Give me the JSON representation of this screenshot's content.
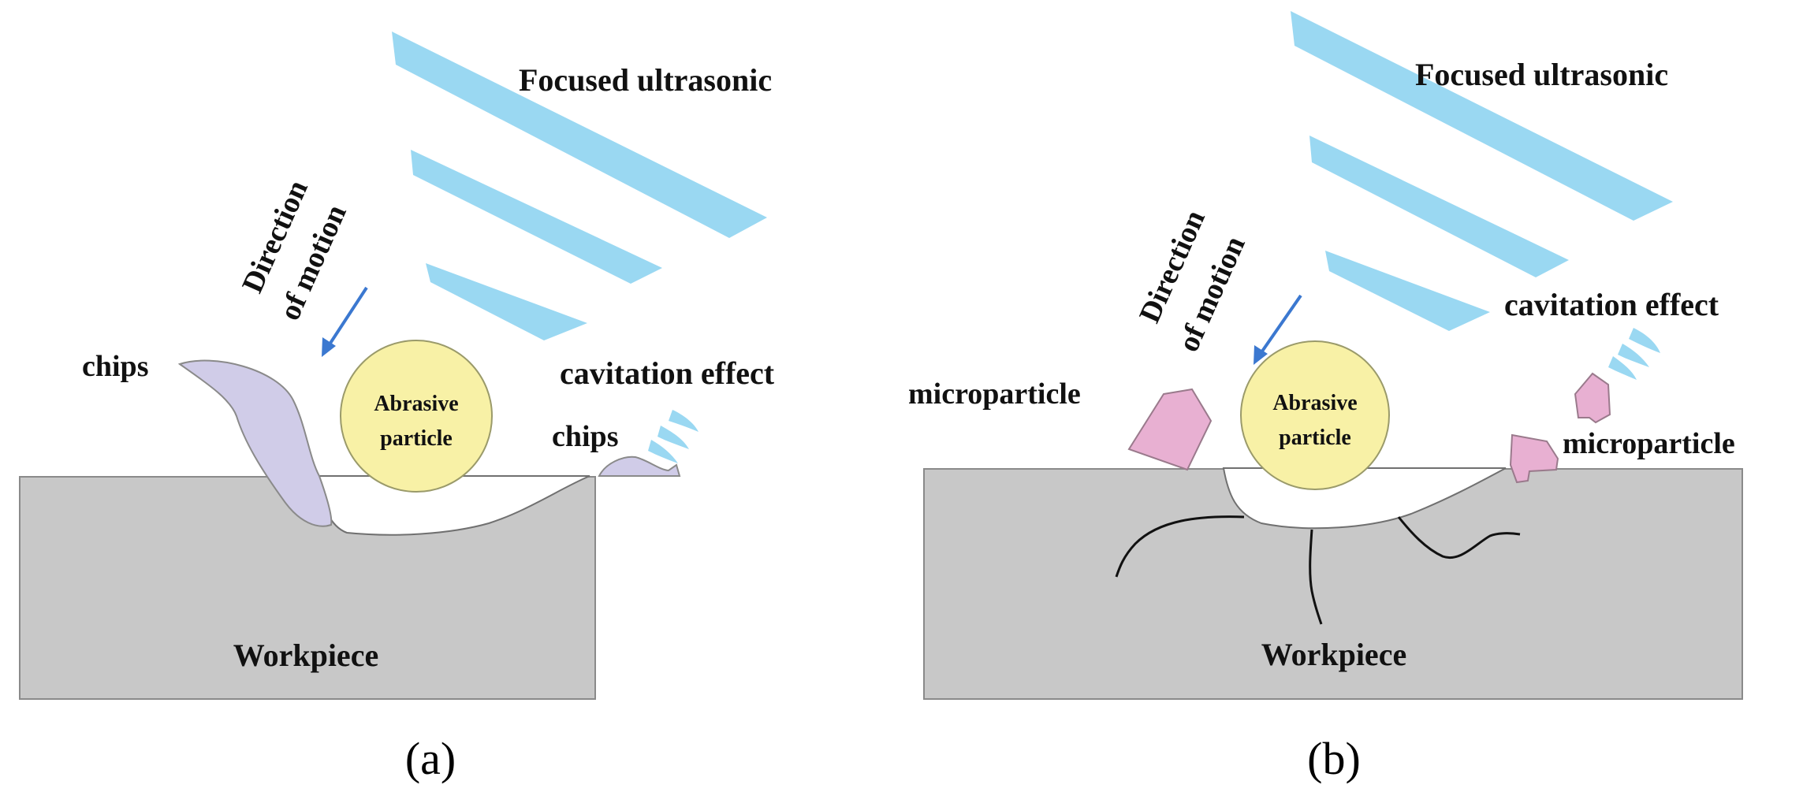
{
  "colors": {
    "wave": "#9ad8f2",
    "workpiece": "#c8c8c8",
    "workpiece_edge": "#8a8a8a",
    "abrasive": "#f8f1a6",
    "chips": "#d0cce8",
    "microparticle": "#e8b0d2",
    "arrow": "#3b78d0",
    "crack": "#111111"
  },
  "panels": [
    {
      "id": "a",
      "caption": "(a)",
      "focused_ultrasonic": "Focused ultrasonic",
      "direction_line1": "Direction",
      "direction_line2": "of motion",
      "abrasive_line1": "Abrasive",
      "abrasive_line2": "particle",
      "chips_left": "chips",
      "chips_right": "chips",
      "cavitation": "cavitation effect",
      "workpiece": "Workpiece"
    },
    {
      "id": "b",
      "caption": "(b)",
      "focused_ultrasonic": "Focused ultrasonic",
      "direction_line1": "Direction",
      "direction_line2": "of motion",
      "abrasive_line1": "Abrasive",
      "abrasive_line2": "particle",
      "microparticle_left": "microparticle",
      "microparticle_right": "microparticle",
      "cavitation": "cavitation effect",
      "workpiece": "Workpiece"
    }
  ]
}
